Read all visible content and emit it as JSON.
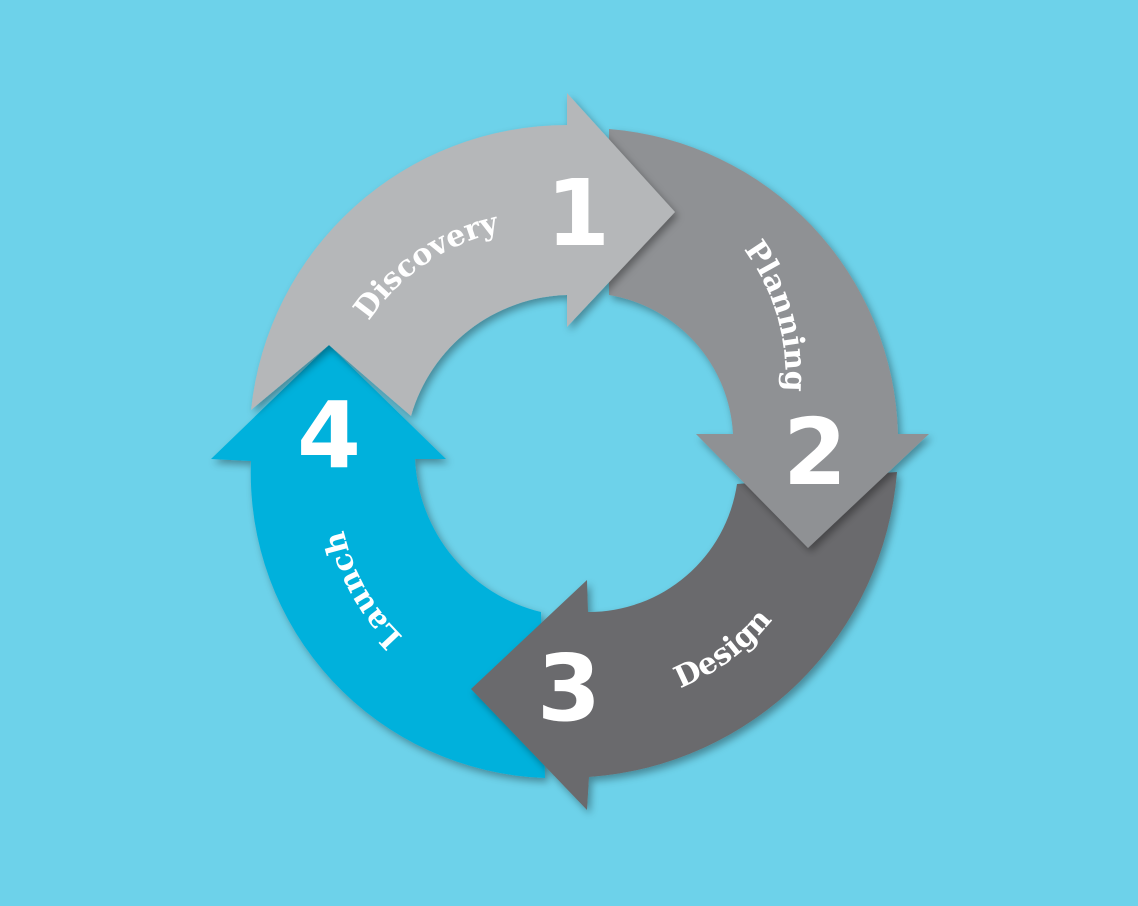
{
  "background_color": "#6dd2ea",
  "steps": [
    {
      "number": "1",
      "label": "Discovery",
      "color": "#b5b7b9"
    },
    {
      "number": "2",
      "label": "Planning",
      "color": "#8f9194"
    },
    {
      "number": "3",
      "label": "Design",
      "color": "#6a6b6d"
    },
    {
      "number": "4",
      "label": "Launch",
      "color": "#06b1dc"
    }
  ]
}
